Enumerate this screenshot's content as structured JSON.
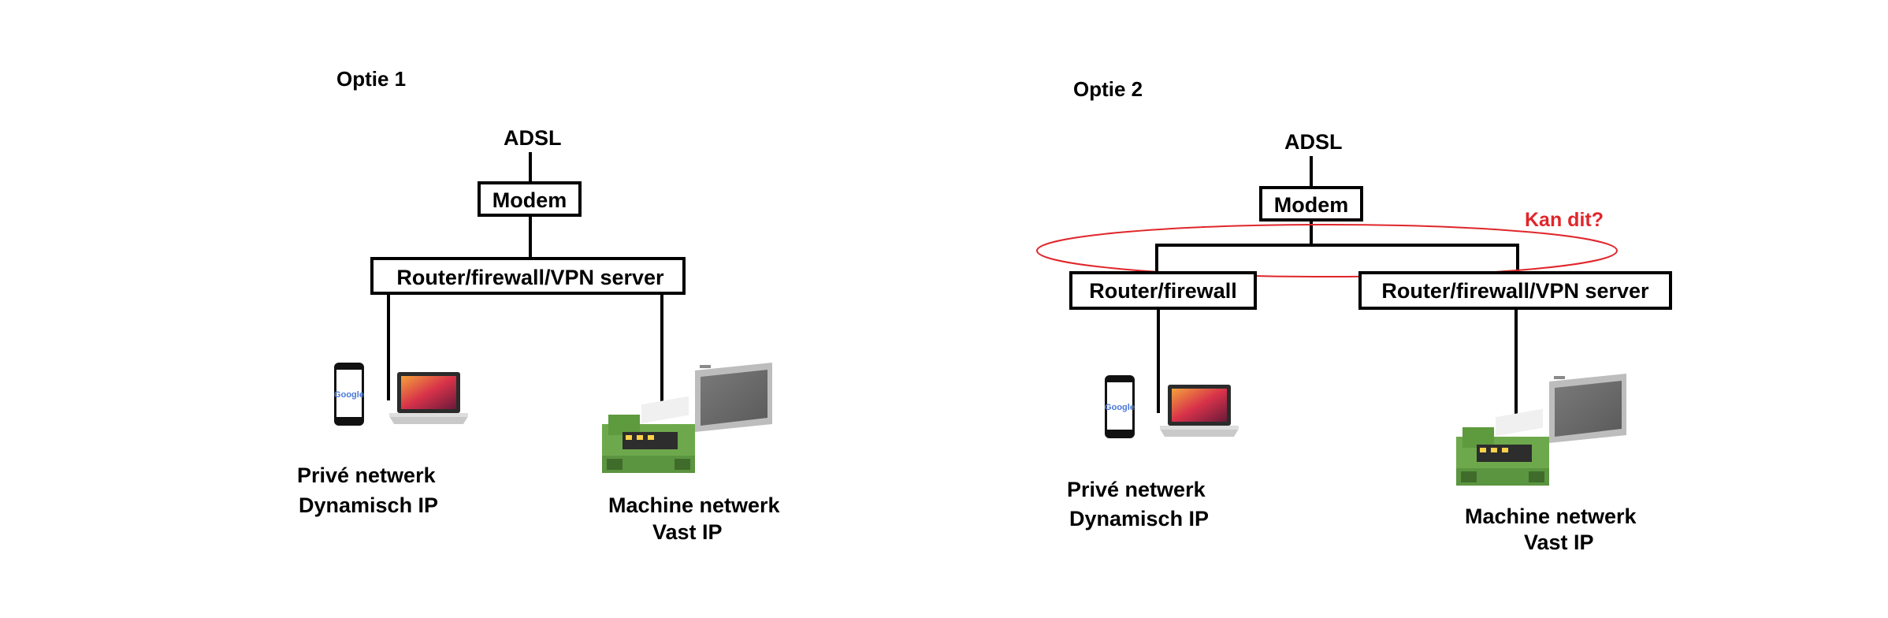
{
  "colors": {
    "line": "#000000",
    "annotation": "#e0262b",
    "plc_green": "#6ea84c",
    "panel_gray": "#b9b9b9"
  },
  "option1": {
    "title": "Optie 1",
    "adsl": "ADSL",
    "modem": "Modem",
    "router": "Router/firewall/VPN server",
    "private_line1": "Privé netwerk",
    "private_line2": "Dynamisch IP",
    "machine_line1": "Machine netwerk",
    "machine_line2": "Vast IP",
    "phone_text": "Google"
  },
  "option2": {
    "title": "Optie 2",
    "adsl": "ADSL",
    "modem": "Modem",
    "router_left": "Router/firewall",
    "router_right": "Router/firewall/VPN server",
    "question": "Kan dit?",
    "private_line1": "Privé netwerk",
    "private_line2": "Dynamisch IP",
    "machine_line1": "Machine netwerk",
    "machine_line2": "Vast IP",
    "phone_text": "Google"
  },
  "icons": [
    "smartphone-icon",
    "laptop-icon",
    "plc-icon",
    "touch-panel-icon"
  ]
}
